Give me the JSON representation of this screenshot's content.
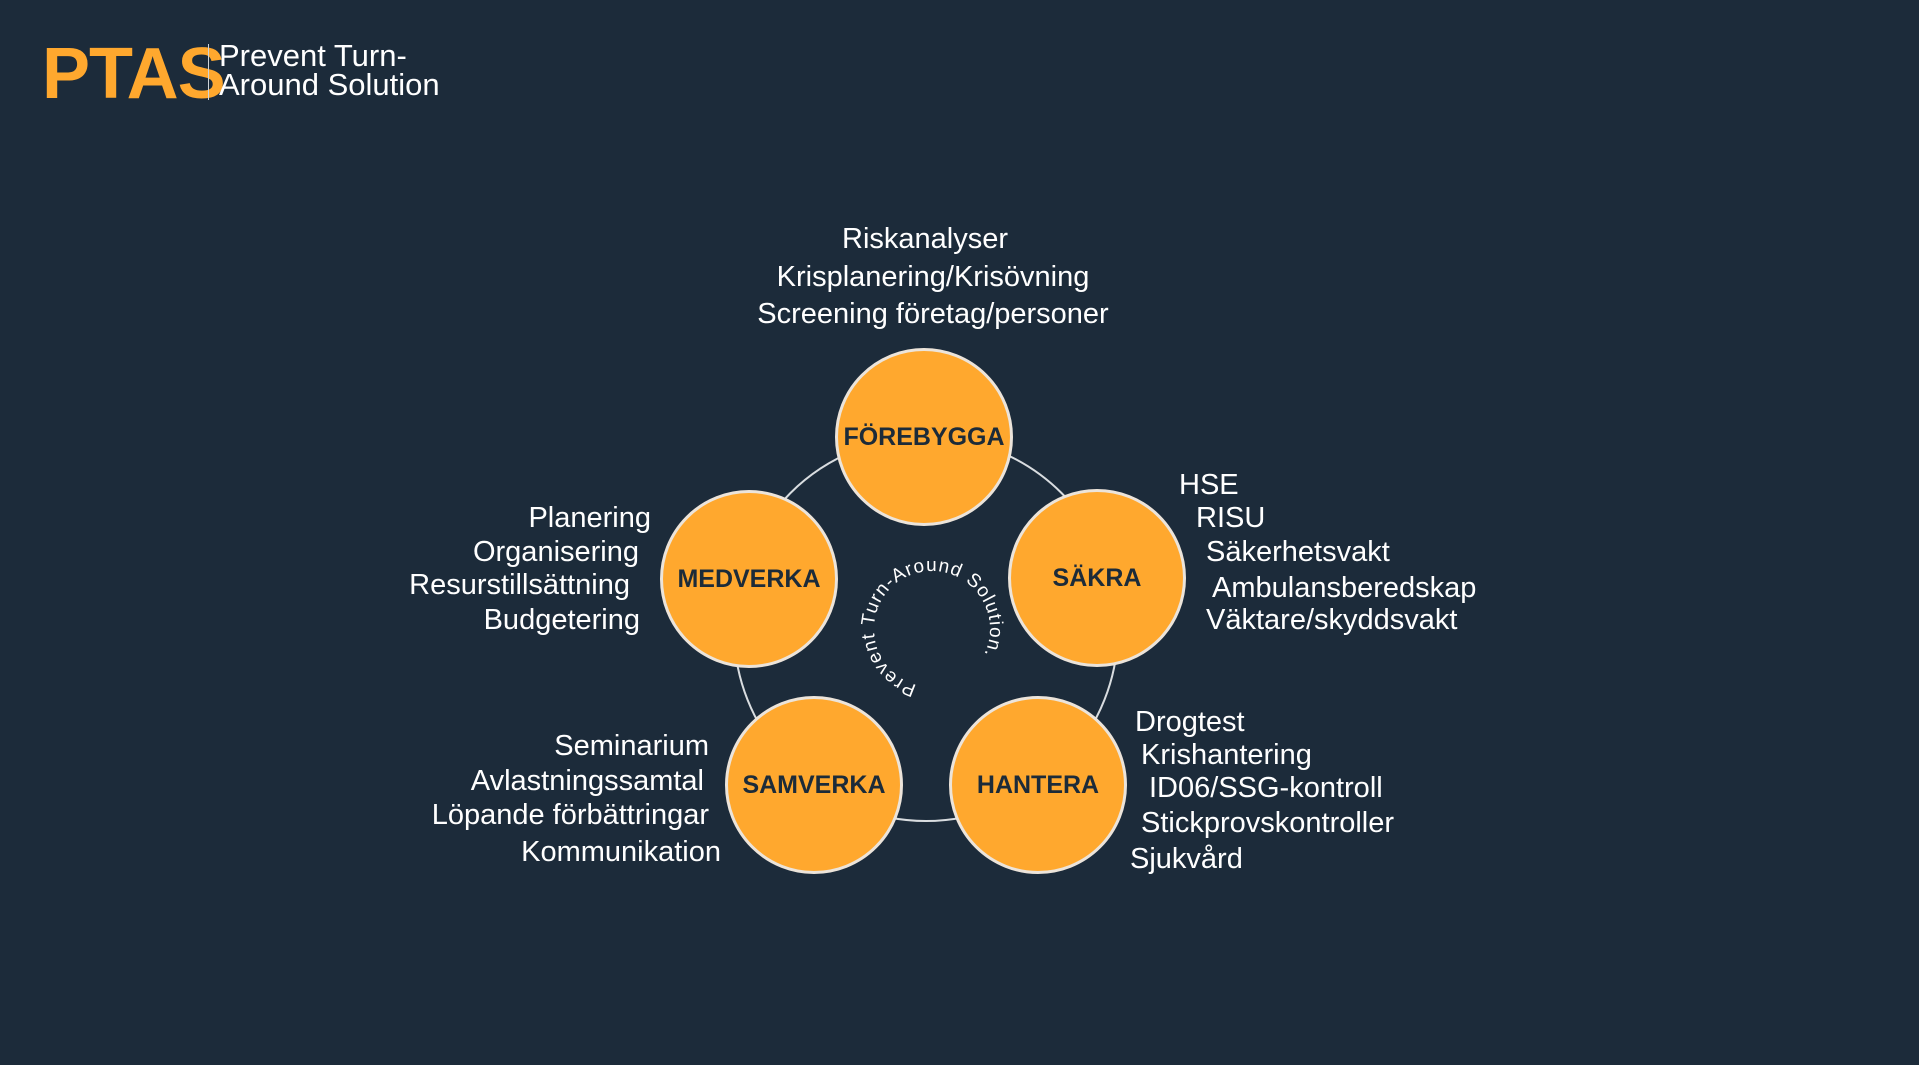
{
  "logo": {
    "brand": "PTAS",
    "tagline_line1": "Prevent Turn-",
    "tagline_line2": "Around Solution"
  },
  "center_text": "Prevent Turn-Around Solution. ",
  "colors": {
    "background": "#1c2b3a",
    "accent": "#ffa82e"
  },
  "nodes": [
    {
      "label": "FÖREBYGGA",
      "items": [
        "Riskanalyser",
        "Krisplanering/Krisövning",
        "Screening företag/personer"
      ]
    },
    {
      "label": "SÄKRA",
      "items": [
        "HSE",
        "RISU",
        "Säkerhetsvakt",
        "Ambulansberedskap",
        "Väktare/skyddsvakt"
      ]
    },
    {
      "label": "HANTERA",
      "items": [
        "Drogtest",
        "Krishantering",
        "ID06/SSG-kontroll",
        "Stickprovskontroller",
        "Sjukvård"
      ]
    },
    {
      "label": "SAMVERKA",
      "items": [
        "Seminarium",
        "Avlastningssamtal",
        "Löpande förbättringar",
        "Kommunikation"
      ]
    },
    {
      "label": "MEDVERKA",
      "items": [
        "Planering",
        "Organisering",
        "Resurstillsättning",
        "Budgetering"
      ]
    }
  ]
}
